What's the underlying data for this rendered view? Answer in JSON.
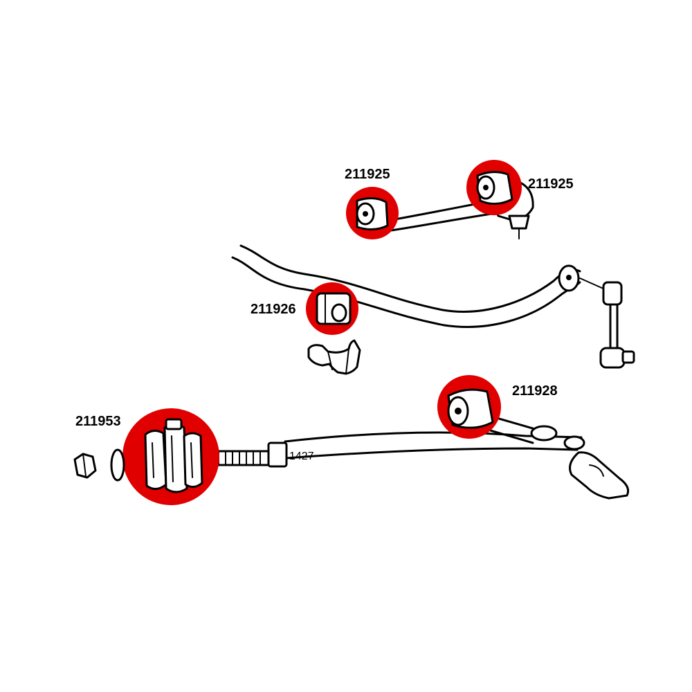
{
  "colors": {
    "highlight": "#e00000",
    "line": "#000000",
    "background": "#ffffff"
  },
  "callouts": [
    {
      "part_number": "211925",
      "item": "upper-arm-inner-bushing"
    },
    {
      "part_number": "211925",
      "item": "upper-arm-outer-bushing"
    },
    {
      "part_number": "211926",
      "item": "sway-bar-bushing"
    },
    {
      "part_number": "211928",
      "item": "lower-arm-bushing"
    },
    {
      "part_number": "211953",
      "item": "strut-rod-bushing"
    }
  ],
  "rod_marking": "1427"
}
